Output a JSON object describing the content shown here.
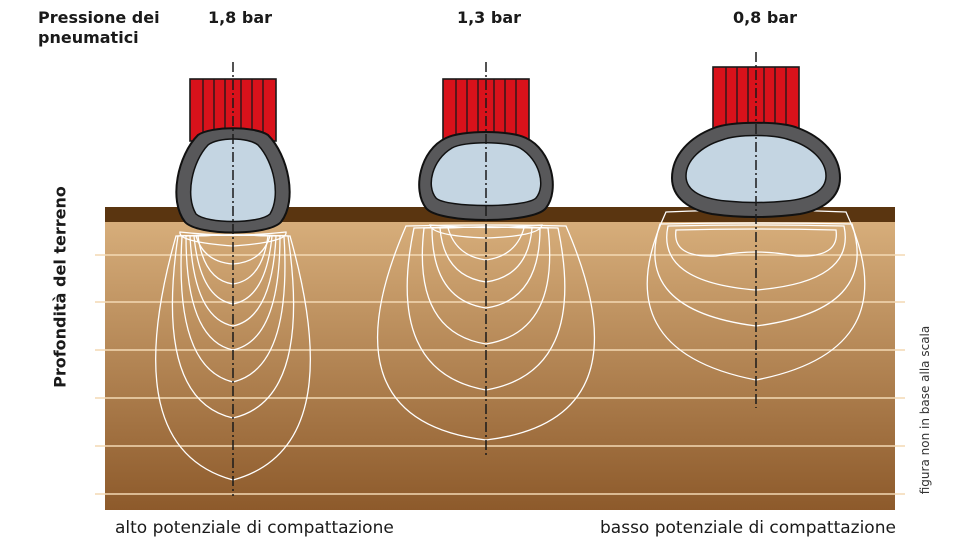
{
  "heading": "Pressione dei\npneumatici",
  "pressures": [
    "1,8 bar",
    "1,3 bar",
    "0,8 bar"
  ],
  "y_axis_label": "Profondità del terreno",
  "note": "figura non in base alla scala",
  "footer": {
    "left": "alto potenziale di compattazione",
    "right": "basso potenziale di compattazione"
  },
  "colors": {
    "soil_top": "#d7ae7b",
    "soil_bottom": "#8d5a2b",
    "topsoil_band": "#5a3510",
    "tread": "#d9121b",
    "tire_wall": "#58585a",
    "rim": "#c4d5e2",
    "contour_line": "#ffffff",
    "depth_line": "#f3d9b4"
  }
}
